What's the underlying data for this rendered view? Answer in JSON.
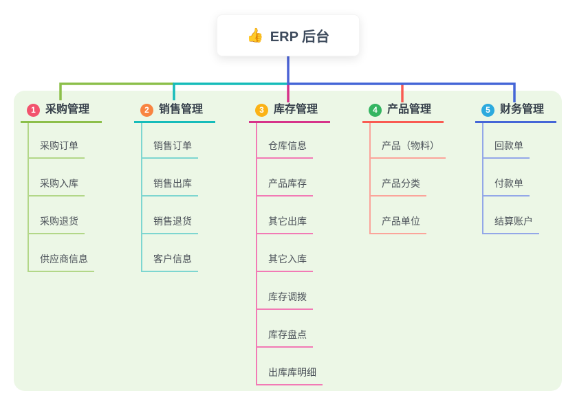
{
  "root": {
    "icon": "👍",
    "title": "ERP 后台"
  },
  "colors": {
    "panel-bg": "#ecf7e6",
    "root-line": "#4d64d6",
    "b1-main": "#8cbf4a",
    "b1-light": "#b2d788",
    "b2-main": "#16bcba",
    "b2-light": "#7dd6d0",
    "b3-main": "#d6348a",
    "b3-light": "#f27ab5",
    "b4-main": "#f95b52",
    "b4-light": "#fba49a",
    "b5-main": "#4566d7",
    "b5-light": "#93a7e8",
    "badge-1": "#f2536d",
    "badge-2": "#f88441",
    "badge-3": "#fbb216",
    "badge-4": "#34b561",
    "badge-5": "#2caade"
  },
  "branches": [
    {
      "num": "1",
      "label": "采购管理",
      "items": [
        "采购订单",
        "采购入库",
        "采购退货",
        "供应商信息"
      ]
    },
    {
      "num": "2",
      "label": "销售管理",
      "items": [
        "销售订单",
        "销售出库",
        "销售退货",
        "客户信息"
      ]
    },
    {
      "num": "3",
      "label": "库存管理",
      "items": [
        "仓库信息",
        "产品库存",
        "其它出库",
        "其它入库",
        "库存调拨",
        "库存盘点",
        "出库库明细"
      ]
    },
    {
      "num": "4",
      "label": "产品管理",
      "items": [
        "产品（物料）",
        "产品分类",
        "产品单位"
      ]
    },
    {
      "num": "5",
      "label": "财务管理",
      "items": [
        "回款单",
        "付款单",
        "结算账户"
      ]
    }
  ]
}
